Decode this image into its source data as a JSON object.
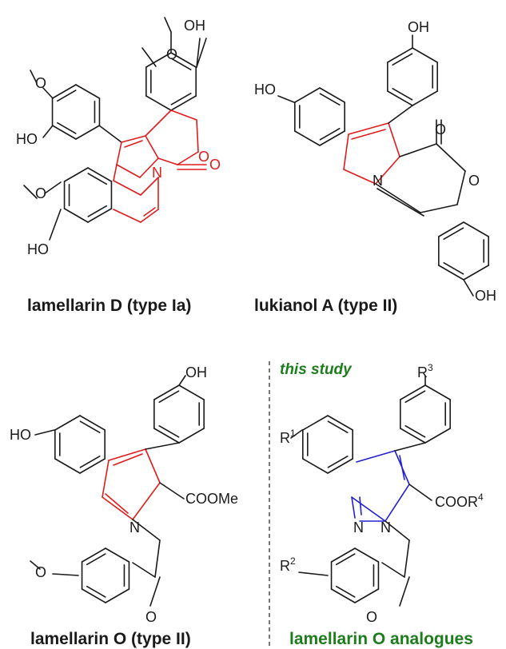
{
  "colors": {
    "black": "#1a1a1a",
    "red": "#e01b1b",
    "blue": "#2020d0",
    "green": "#1d7d1d",
    "divider": "#555555"
  },
  "captions": {
    "lamD": "lamellarin D (type Ia)",
    "lukA": "lukianol A (type II)",
    "lamO": "lamellarin O (type II)",
    "analogues": "lamellarin O analogues",
    "study": "this study"
  },
  "atoms": {
    "OH": "OH",
    "HO": "HO",
    "O": "O",
    "N": "N",
    "COOMe": "COOMe",
    "COOR": "COOR",
    "R": "R",
    "one": "1",
    "two": "2",
    "three": "3",
    "four": "4"
  }
}
